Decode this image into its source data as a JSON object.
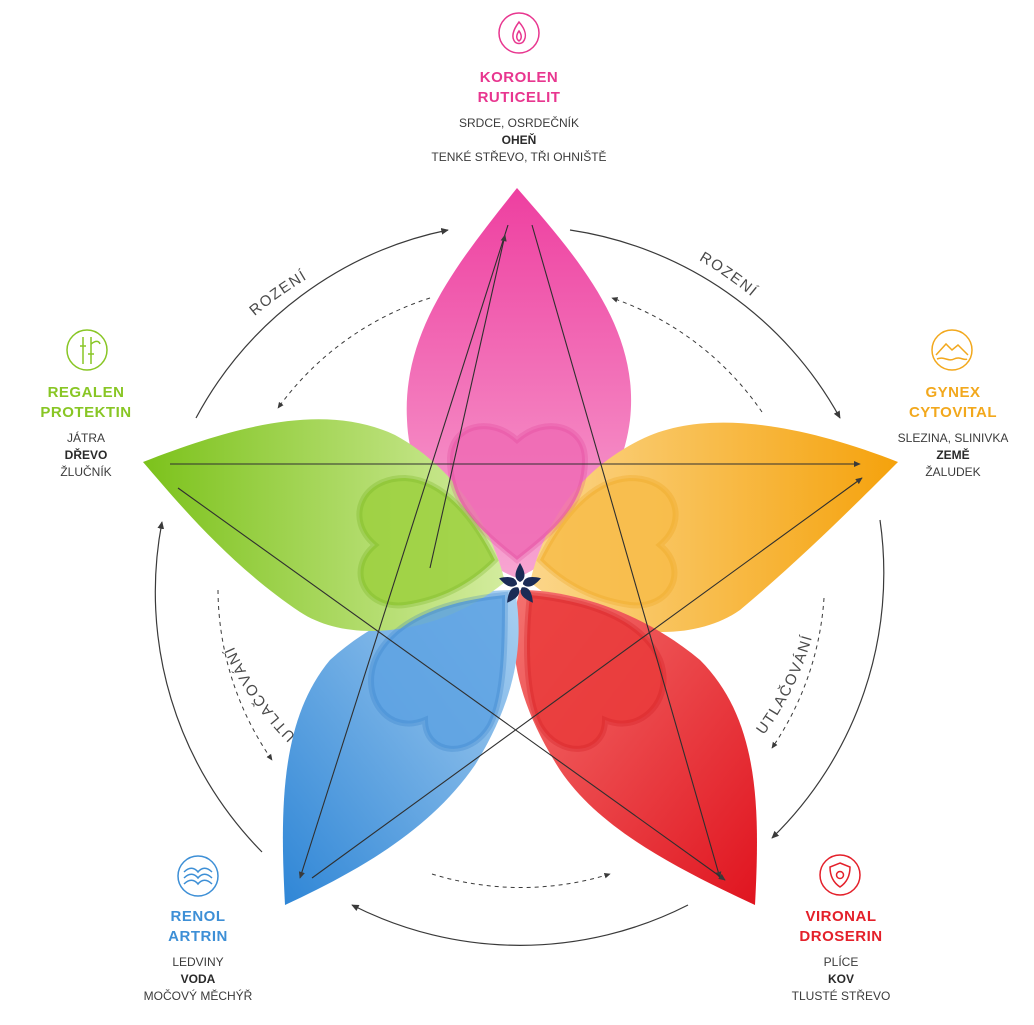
{
  "colors": {
    "pink": "#e8368f",
    "orange": "#f2a81d",
    "red": "#e4202a",
    "blue": "#3d8fd6",
    "green": "#88c624",
    "center": "#1a2b55",
    "line": "#3a3a3a"
  },
  "cycle_labels": {
    "generation_top_left": "ROZENÍ",
    "generation_top_right": "ROZENÍ",
    "control_left": "UTLAČOVÁNÍ",
    "control_right": "UTLAČOVÁNÍ"
  },
  "elements": {
    "fire": {
      "icon": "flame-icon",
      "name1": "KOROLEN",
      "name2": "RUTICELIT",
      "line1": "SRDCE, OSRDEČNÍK",
      "element": "OHEŇ",
      "line3": "TENKÉ STŘEVO, TŘI OHNIŠTĚ"
    },
    "earth": {
      "icon": "mountain-icon",
      "name1": "GYNEX",
      "name2": "CYTOVITAL",
      "line1": "SLEZINA, SLINIVKA",
      "element": "ZEMĚ",
      "line3": "ŽALUDEK"
    },
    "metal": {
      "icon": "shield-icon",
      "name1": "VIRONAL",
      "name2": "DROSERIN",
      "line1": "PLÍCE",
      "element": "KOV",
      "line3": "TLUSTÉ STŘEVO"
    },
    "water": {
      "icon": "waves-icon",
      "name1": "RENOL",
      "name2": "ARTRIN",
      "line1": "LEDVINY",
      "element": "VODA",
      "line3": "MOČOVÝ MĚCHÝŘ"
    },
    "wood": {
      "icon": "bamboo-icon",
      "name1": "REGALEN",
      "name2": "PROTEKTIN",
      "line1": "JÁTRA",
      "element": "DŘEVO",
      "line3": "ŽLUČNÍK"
    }
  }
}
